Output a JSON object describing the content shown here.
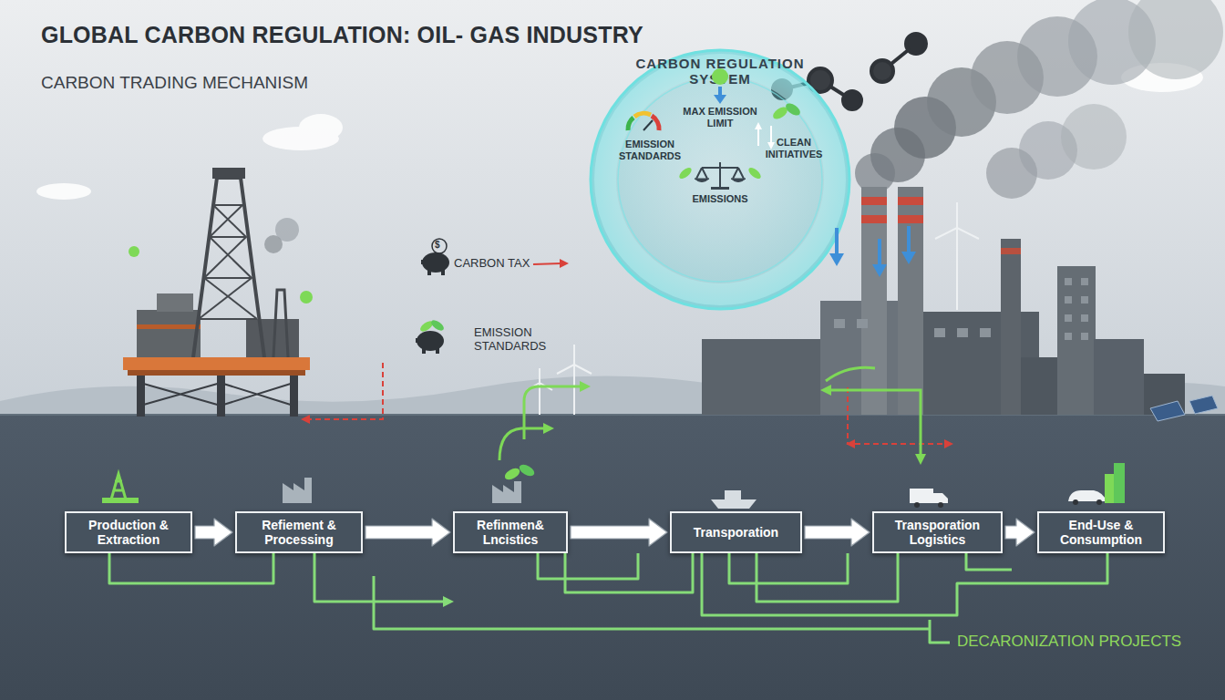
{
  "diagram": {
    "title": "GLOBAL CARBON REGULATION: OIL- GAS INDUSTRY",
    "nodes": [
      {
        "text": [
          "CARBON REGULATION SYSTEM",
          "MAX EMISSION LIMIT",
          "EMISSION STANDARDS",
          "CLEAN INITIATIVES",
          "EMISSIONS"
        ]
      },
      {
        "text": [
          "Production & Extraction"
        ]
      },
      {
        "text": [
          "Refiement & Processing"
        ]
      },
      {
        "text": [
          "Refinmen& Lncistics"
        ]
      },
      {
        "text": [
          "Transporation"
        ]
      },
      {
        "text": [
          "Transporation Logistics"
        ]
      },
      {
        "text": [
          "End-Use & Consumption"
        ]
      }
    ],
    "edges": [
      {
        "from": 1,
        "to": 2,
        "arrow": "to"
      },
      {
        "from": 2,
        "to": 3,
        "arrow": "to"
      },
      {
        "from": 3,
        "to": 4,
        "arrow": "to"
      },
      {
        "from": 4,
        "to": 5,
        "arrow": "to"
      },
      {
        "from": 5,
        "to": 6,
        "arrow": "to"
      }
    ],
    "labels": [
      "CARBON TRADING MECHANISM",
      "CARBON TAX",
      "EMISSION STANDARDS",
      "DECARONIZATION PROJECTS",
      "$"
    ]
  }
}
